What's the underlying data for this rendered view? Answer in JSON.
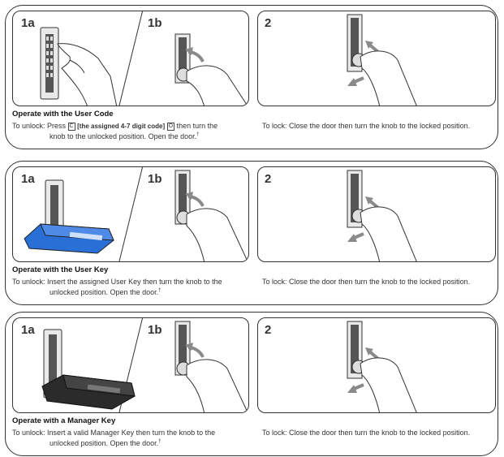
{
  "sections": [
    {
      "labels": {
        "a": "1a",
        "b": "1b",
        "c": "2"
      },
      "title": "Operate with the User Code",
      "unlock": {
        "prefix": "To unlock: Press",
        "key1": "C",
        "code": "[the assigned 4-7 digit code]",
        "key2": "O",
        "suffix1": "then turn the",
        "line2": "knob to the unlocked position. Open the door.",
        "dagger": "†"
      },
      "lock": "To lock: Close the door then turn the knob to the locked position."
    },
    {
      "labels": {
        "a": "1a",
        "b": "1b",
        "c": "2"
      },
      "title": "Operate with the User Key",
      "unlock": {
        "line1": "To unlock: Insert the assigned User Key then turn the knob to the",
        "line2": "unlocked position. Open the door.",
        "dagger": "†"
      },
      "lock": "To lock: Close the door then turn the knob to the locked position."
    },
    {
      "labels": {
        "a": "1a",
        "b": "1b",
        "c": "2"
      },
      "title": "Operate with a Manager Key",
      "unlock": {
        "line1": "To unlock: Insert a valid Manager Key then turn the knob to the",
        "line2": "unlocked position. Open the door.",
        "dagger": "†"
      },
      "lock": "To lock: Close the door then turn the knob to the locked position."
    }
  ],
  "colors": {
    "user_key": "#2a6fd6",
    "manager_key": "#2b2b2b",
    "arrow": "#8a8a8a"
  }
}
